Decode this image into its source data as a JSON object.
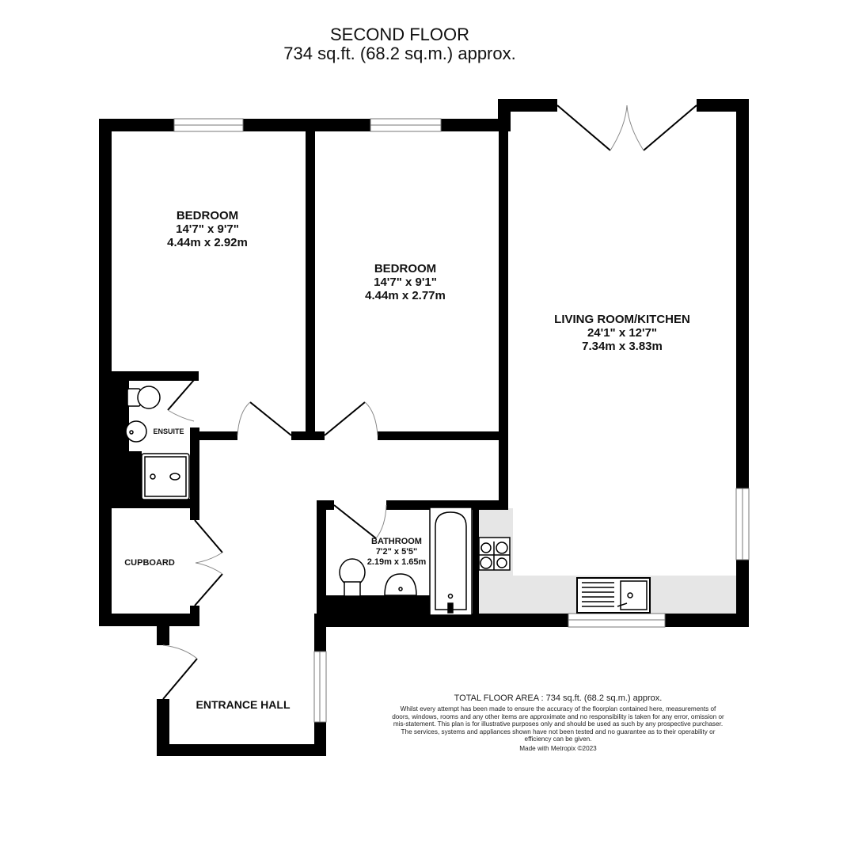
{
  "header": {
    "floor_name": "SECOND FLOOR",
    "area": "734 sq.ft. (68.2 sq.m.) approx."
  },
  "rooms": [
    {
      "id": "bedroom-1",
      "name": "BEDROOM",
      "imperial": "14'7\"  x 9'7\"",
      "metric": "4.44m  x 2.92m"
    },
    {
      "id": "bedroom-2",
      "name": "BEDROOM",
      "imperial": "14'7\"  x 9'1\"",
      "metric": "4.44m  x 2.77m"
    },
    {
      "id": "living-room-kitchen",
      "name": "LIVING ROOM/KITCHEN",
      "imperial": "24'1\"  x 12'7\"",
      "metric": "7.34m  x 3.83m"
    },
    {
      "id": "bathroom",
      "name": "BATHROOM",
      "imperial": "7'2\"  x 5'5\"",
      "metric": "2.19m  x 1.65m"
    },
    {
      "id": "ensuite",
      "name": "ENSUITE"
    },
    {
      "id": "cupboard",
      "name": "CUPBOARD"
    },
    {
      "id": "entrance-hall",
      "name": "ENTRANCE HALL"
    }
  ],
  "footer": {
    "total_area": "TOTAL FLOOR AREA : 734 sq.ft. (68.2 sq.m.) approx.",
    "disclaimer": "Whilst every attempt has been made to ensure the accuracy of the floorplan contained here, measurements of doors, windows, rooms and any other items are approximate and no responsibility is taken for any error, omission or mis-statement. This plan is for illustrative purposes only and should be used as such by any prospective purchaser. The services, systems and appliances shown have not been tested and no guarantee as to their operability or efficiency can be given.",
    "credit": "Made with Metropix ©2023"
  },
  "colors": {
    "wall": "#000000",
    "counter": "#e6e6e6",
    "background": "#ffffff",
    "door_arc": "#888888"
  }
}
